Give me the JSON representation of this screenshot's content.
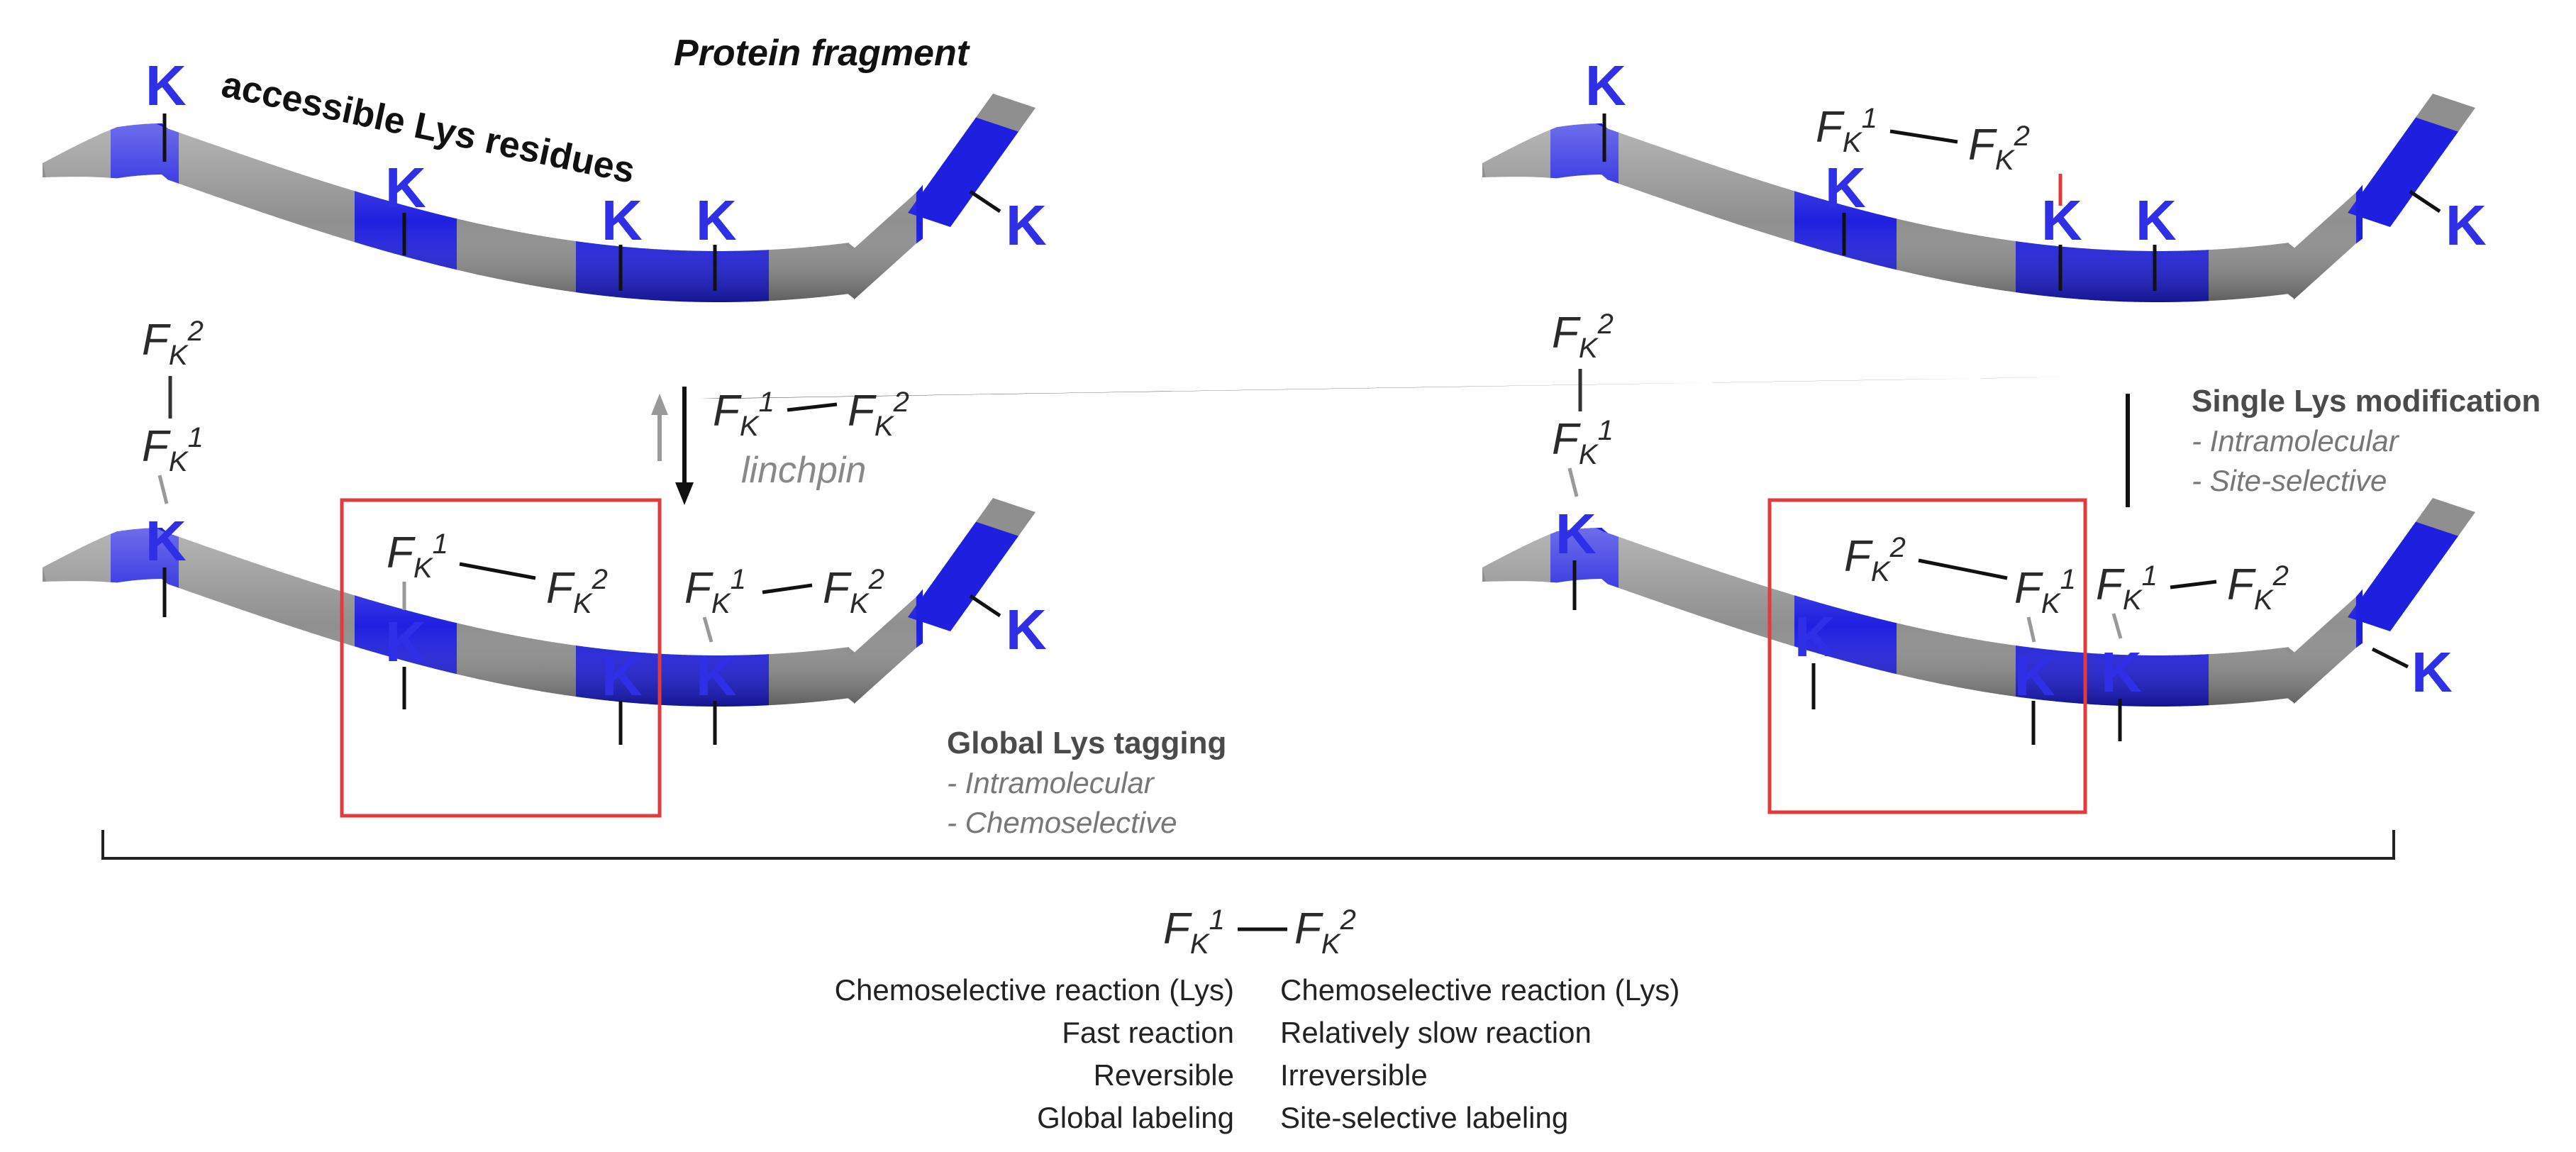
{
  "colors": {
    "ribbon_gray": "#8f8f8f",
    "ribbon_blue": "#1f1fe0",
    "lys_label": "#2f2fe8",
    "box_red": "#e23b3b"
  },
  "header": {
    "accessible": "accessible Lys residues",
    "fragment": "Protein fragment"
  },
  "lys_label": "K",
  "fk": {
    "base": "F",
    "sub": "K",
    "one": "1",
    "two": "2"
  },
  "linchpin": "linchpin",
  "global": {
    "title": "Global Lys tagging",
    "line1": "- Intramolecular",
    "line2": "- Chemoselective"
  },
  "single": {
    "title": "Single Lys modification",
    "line1": "- Intramolecular",
    "line2": "- Site-selective"
  },
  "legend": {
    "left": [
      "Chemoselective reaction (Lys)",
      "Fast reaction",
      "Reversible",
      "Global labeling"
    ],
    "right": [
      "Chemoselective reaction (Lys)",
      "Relatively slow reaction",
      "Irreversible",
      "Site-selective labeling"
    ]
  }
}
